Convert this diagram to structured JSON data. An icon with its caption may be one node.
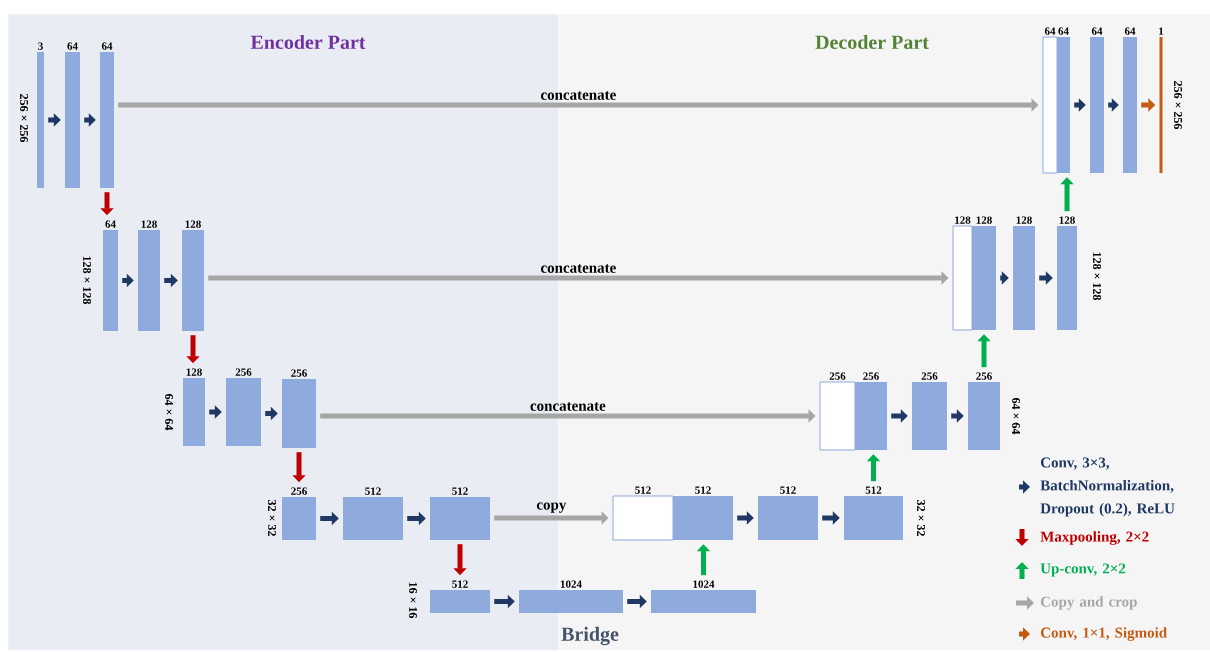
{
  "diagram": {
    "nodes": [
      {
        "text": [
          "Encoder Part"
        ]
      },
      {
        "text": [
          "3"
        ],
        "in": 0
      },
      {
        "text": [
          "64"
        ],
        "in": 0
      },
      {
        "text": [
          "64"
        ],
        "in": 0
      },
      {
        "text": [
          "64"
        ],
        "in": 0
      },
      {
        "text": [
          "128"
        ],
        "in": 0
      },
      {
        "text": [
          "128"
        ],
        "in": 0
      },
      {
        "text": [
          "128"
        ],
        "in": 0
      },
      {
        "text": [
          "256"
        ],
        "in": 0
      },
      {
        "text": [
          "256"
        ],
        "in": 0
      },
      {
        "text": [
          "256"
        ],
        "in": 0
      },
      {
        "text": [
          "512"
        ],
        "in": 0
      },
      {
        "text": [
          "512"
        ],
        "in": 0
      },
      {
        "text": [
          "512"
        ],
        "in": 0
      },
      {
        "text": [
          "Decoder Part"
        ]
      },
      {
        "text": [
          "1024"
        ]
      },
      {
        "text": [
          "1024"
        ],
        "in": 14
      },
      {
        "text": [
          "512"
        ],
        "in": 14
      },
      {
        "text": [
          "512"
        ],
        "in": 14
      },
      {
        "text": [
          "512"
        ],
        "in": 14
      },
      {
        "text": [
          "512"
        ],
        "in": 14
      },
      {
        "text": [
          "256"
        ],
        "in": 14
      },
      {
        "text": [
          "256"
        ],
        "in": 14
      },
      {
        "text": [
          "256"
        ],
        "in": 14
      },
      {
        "text": [
          "256"
        ],
        "in": 14
      },
      {
        "text": [
          "128"
        ],
        "in": 14
      },
      {
        "text": [
          "128"
        ],
        "in": 14
      },
      {
        "text": [
          "128"
        ],
        "in": 14
      },
      {
        "text": [
          "128"
        ],
        "in": 14
      },
      {
        "text": [
          "64"
        ],
        "in": 14
      },
      {
        "text": [
          "64"
        ],
        "in": 14
      },
      {
        "text": [
          "64"
        ],
        "in": 14
      },
      {
        "text": [
          "64"
        ],
        "in": 14
      },
      {
        "text": [
          "1"
        ],
        "in": 14
      }
    ],
    "edges": [
      {
        "from": 1,
        "to": 2,
        "arrow": "to"
      },
      {
        "from": 2,
        "to": 3,
        "arrow": "to"
      },
      {
        "from": 3,
        "to": 29,
        "arrow": "to",
        "label": "concatenate",
        "color": "#a6a6a6"
      },
      {
        "from": 3,
        "to": 4,
        "arrow": "to",
        "color": "#c00000"
      },
      {
        "from": 4,
        "to": 5,
        "arrow": "to"
      },
      {
        "from": 5,
        "to": 6,
        "arrow": "to"
      },
      {
        "from": 6,
        "to": 25,
        "arrow": "to",
        "label": "concatenate",
        "color": "#a6a6a6"
      },
      {
        "from": 6,
        "to": 7,
        "arrow": "to",
        "color": "#c00000"
      },
      {
        "from": 7,
        "to": 8,
        "arrow": "to"
      },
      {
        "from": 8,
        "to": 9,
        "arrow": "to"
      },
      {
        "from": 9,
        "to": 21,
        "arrow": "to",
        "label": "concatenate",
        "color": "#a6a6a6"
      },
      {
        "from": 9,
        "to": 10,
        "arrow": "to",
        "color": "#c00000"
      },
      {
        "from": 10,
        "to": 11,
        "arrow": "to"
      },
      {
        "from": 11,
        "to": 12,
        "arrow": "to"
      },
      {
        "from": 12,
        "to": 17,
        "arrow": "to",
        "label": "copy",
        "color": "#a6a6a6"
      },
      {
        "from": 12,
        "to": 13,
        "arrow": "to",
        "color": "#c00000"
      },
      {
        "from": 13,
        "to": 15,
        "arrow": "to"
      },
      {
        "from": 15,
        "to": 16,
        "arrow": "to"
      },
      {
        "from": 16,
        "to": 18,
        "arrow": "to",
        "color": "#00b050"
      },
      {
        "from": 18,
        "to": 19,
        "arrow": "to"
      },
      {
        "from": 19,
        "to": 20,
        "arrow": "to"
      },
      {
        "from": 20,
        "to": 22,
        "arrow": "to",
        "color": "#00b050"
      },
      {
        "from": 22,
        "to": 23,
        "arrow": "to"
      },
      {
        "from": 23,
        "to": 24,
        "arrow": "to"
      },
      {
        "from": 24,
        "to": 26,
        "arrow": "to",
        "color": "#00b050"
      },
      {
        "from": 26,
        "to": 27,
        "arrow": "to"
      },
      {
        "from": 27,
        "to": 28,
        "arrow": "to"
      },
      {
        "from": 28,
        "to": 30,
        "arrow": "to",
        "color": "#00b050"
      },
      {
        "from": 30,
        "to": 31,
        "arrow": "to"
      },
      {
        "from": 31,
        "to": 32,
        "arrow": "to"
      },
      {
        "from": 32,
        "to": 33,
        "arrow": "to",
        "color": "#c55a11"
      }
    ],
    "labels": [
      "256 × 256",
      "256 × 256",
      "128 × 128",
      "128 × 128",
      "64 × 64",
      "64 × 64",
      "32 × 32",
      "32 × 32",
      "16 × 16",
      "Bridge"
    ],
    "legend": [
      {
        "text": "Conv, 3×3, BatchNormalization, Dropout (0.2), ReLU"
      },
      {
        "text": "Maxpooling, 2×2"
      },
      {
        "text": "Up-conv, 2×2"
      },
      {
        "text": "Copy and crop"
      },
      {
        "text": "Conv, 1×1, Sigmoid"
      }
    ]
  }
}
